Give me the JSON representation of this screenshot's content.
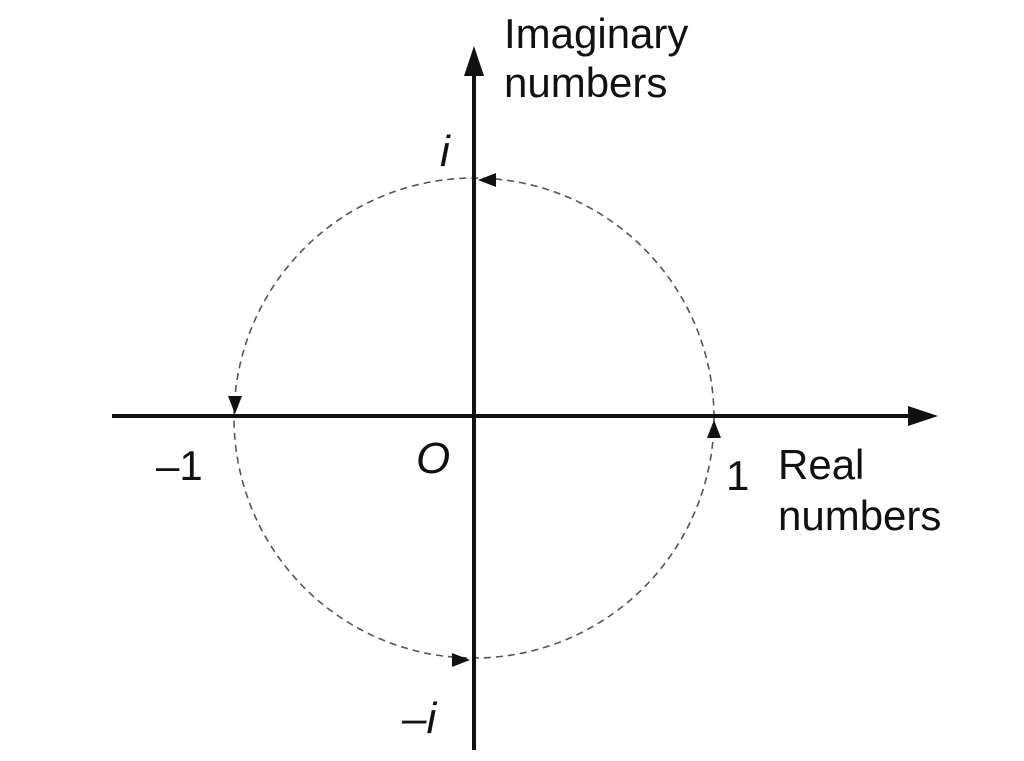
{
  "axes": {
    "imaginary_label_line1": "Imaginary",
    "imaginary_label_line2": "numbers",
    "real_label_line1": "Real",
    "real_label_line2": "numbers",
    "origin_label": "O"
  },
  "points": {
    "positive_real": "1",
    "negative_real": "–1",
    "positive_imaginary": "i",
    "negative_imaginary": "–i"
  },
  "rotation": {
    "direction": "counterclockwise",
    "sequence": [
      "1",
      "i",
      "–1",
      "–i",
      "1"
    ]
  }
}
